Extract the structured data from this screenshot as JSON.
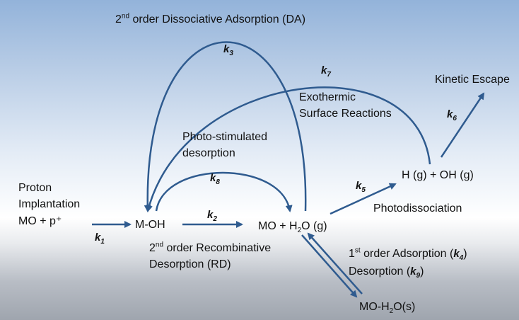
{
  "labels": {
    "da_title": "2nd order Dissociative Adsorption (DA)",
    "exothermic_line1": "Exothermic",
    "exothermic_line2": "Surface Reactions",
    "kinetic_escape": "Kinetic Escape",
    "photo_stim_line1": "Photo-stimulated",
    "photo_stim_line2": "desorption",
    "proton_line1": "Proton",
    "proton_line2": "Implantation",
    "mo_p": "MO  +  p⁺",
    "m_oh": "M-OH",
    "mo_h2o": "MO + H₂O (g)",
    "h_oh": "H (g)  + OH (g)",
    "photodissociation": "Photodissociation",
    "rd_line1": "2nd order Recombinative",
    "rd_line2": "Desorption (RD)",
    "ads_line1": "1st order Adsorption (k4)",
    "ads_line2": "Desorption (k9)",
    "mo_h2o_s": "MO-H₂O(s)"
  },
  "rate_constants": {
    "k1": "k1",
    "k2": "k2",
    "k3": "k3",
    "k4": "k4",
    "k5": "k5",
    "k6": "k6",
    "k7": "k7",
    "k8": "k8",
    "k9": "k9"
  },
  "colors": {
    "arrow": "#2f5b8f",
    "background_top": "#93b3da",
    "background_mid": "#ffffff",
    "background_bottom": "#9fa5ae"
  }
}
